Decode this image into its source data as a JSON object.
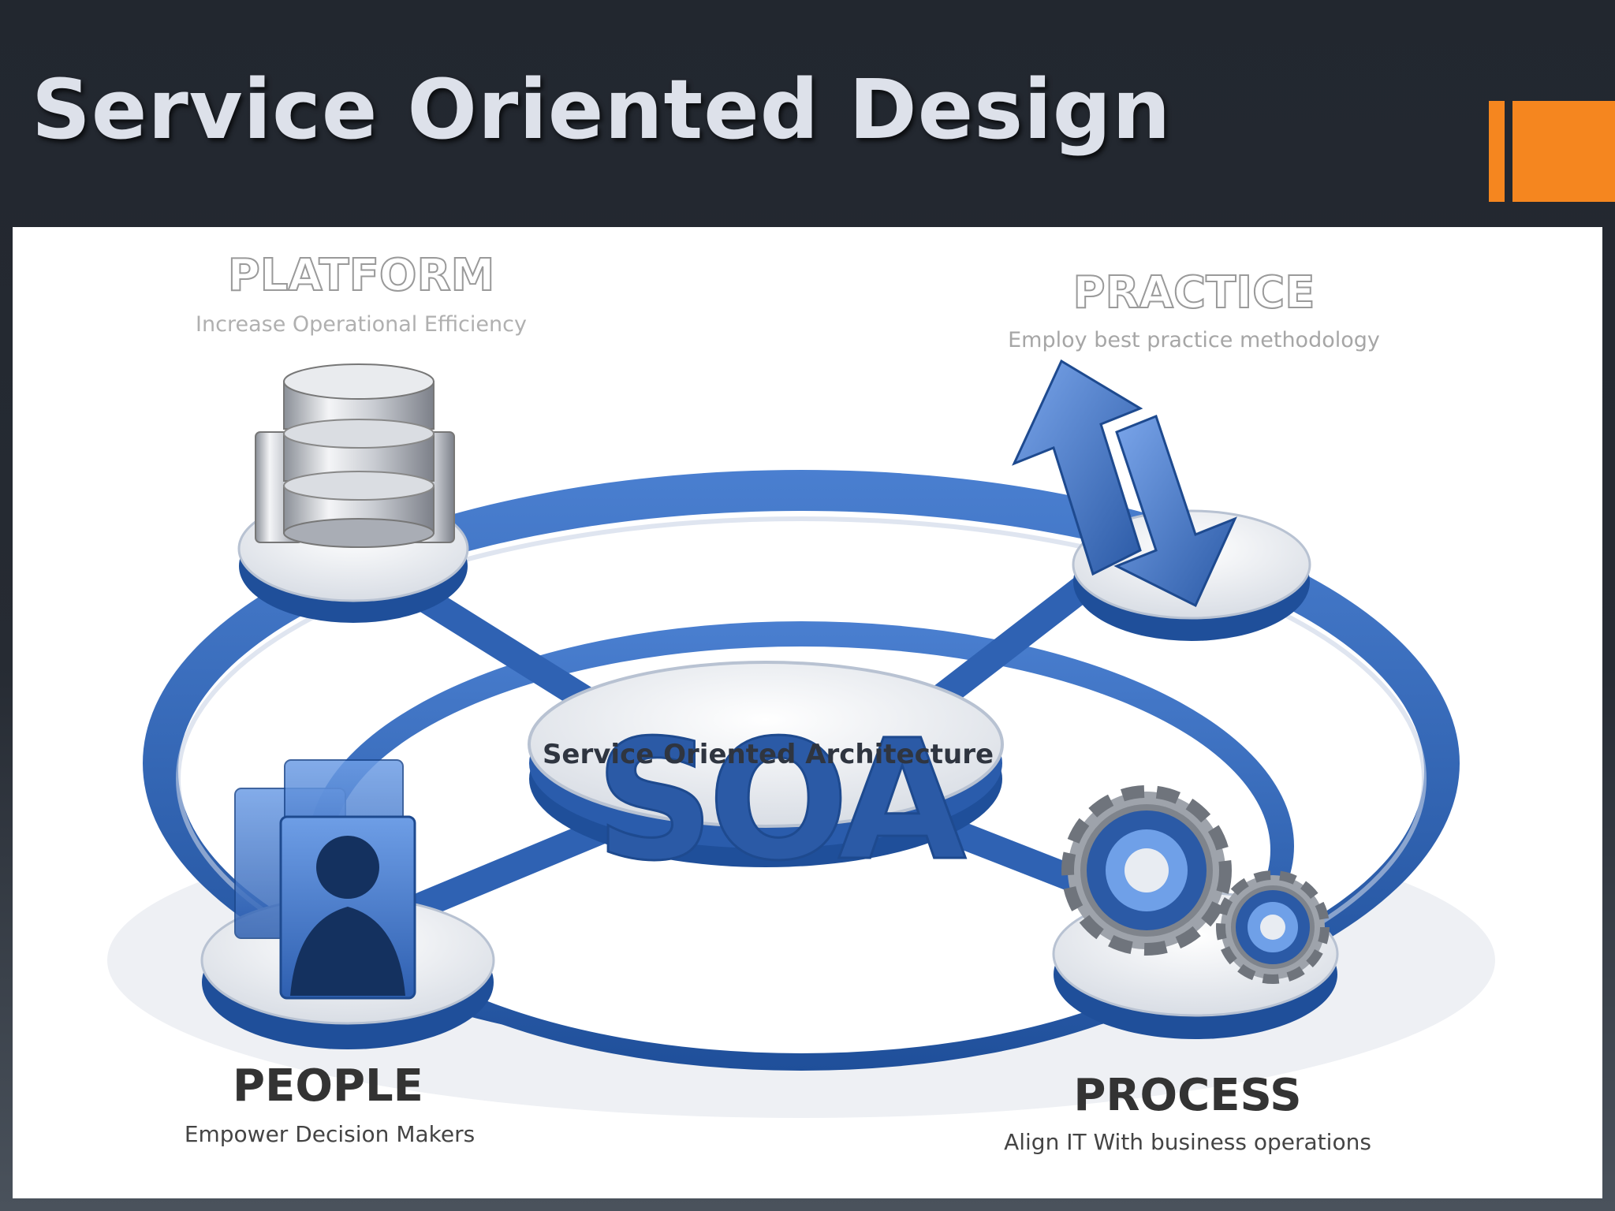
{
  "slide": {
    "title": "Service Oriented Design"
  },
  "diagram": {
    "center": {
      "logo": "SOA",
      "subtitle": "Service Oriented Architecture"
    },
    "nodes": {
      "platform": {
        "title": "PLATFORM",
        "subtitle": "Increase Operational Efficiency",
        "icon": "database-icon"
      },
      "practice": {
        "title": "PRACTICE",
        "subtitle": "Employ best practice methodology",
        "icon": "arrows-icon"
      },
      "people": {
        "title": "PEOPLE",
        "subtitle": "Empower Decision Makers",
        "icon": "people-icon"
      },
      "process": {
        "title": "PROCESS",
        "subtitle": "Align IT With business operations",
        "icon": "gears-icon"
      }
    }
  },
  "colors": {
    "header_bg": "#22272f",
    "title_text": "#dde1ea",
    "accent": "#f5861f",
    "ring_blue": "#3a6dbf",
    "ring_dark": "#1f4f9a",
    "soa_blue": "#2b5aa6",
    "outline_gray": "#9a9a9a"
  }
}
